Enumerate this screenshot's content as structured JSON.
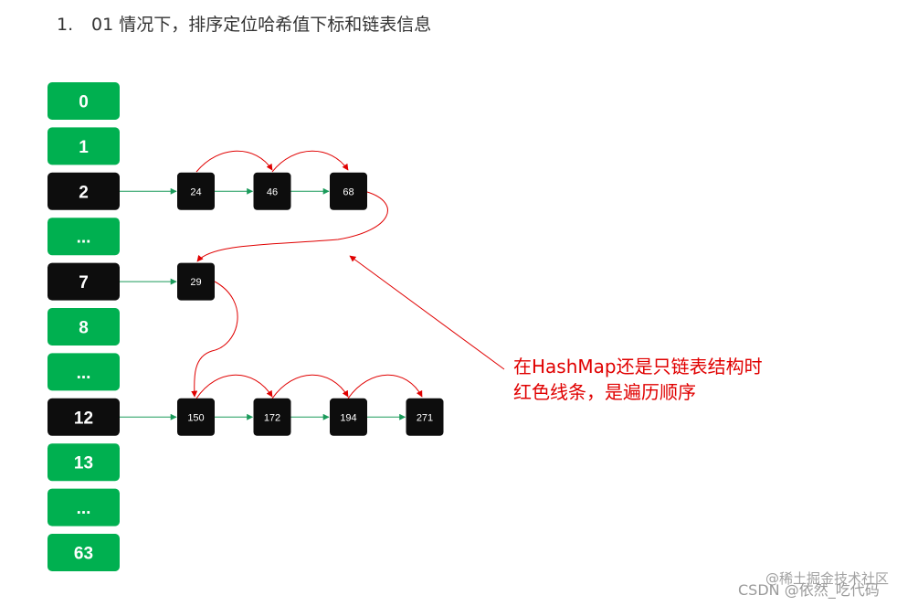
{
  "heading": {
    "number": "1.",
    "text": "01 情况下，排序定位哈希值下标和链表信息"
  },
  "buckets": [
    {
      "label": "0",
      "highlight": false
    },
    {
      "label": "1",
      "highlight": false
    },
    {
      "label": "2",
      "highlight": true
    },
    {
      "label": "...",
      "highlight": false
    },
    {
      "label": "7",
      "highlight": true
    },
    {
      "label": "8",
      "highlight": false
    },
    {
      "label": "...",
      "highlight": false
    },
    {
      "label": "12",
      "highlight": true
    },
    {
      "label": "13",
      "highlight": false
    },
    {
      "label": "...",
      "highlight": false
    },
    {
      "label": "63",
      "highlight": false
    }
  ],
  "chains": [
    {
      "bucket": "2",
      "nodes": [
        "24",
        "46",
        "68"
      ]
    },
    {
      "bucket": "7",
      "nodes": [
        "29"
      ]
    },
    {
      "bucket": "12",
      "nodes": [
        "150",
        "172",
        "194",
        "271"
      ]
    }
  ],
  "annotation": {
    "line1": "在HashMap还是只链表结构时",
    "line2": "红色线条，是遍历顺序"
  },
  "watermark": {
    "site": "@稀土掘金技术社区",
    "author": "CSDN @依然_吃代码"
  },
  "colors": {
    "bucket_green": "#00b050",
    "bucket_black": "#0d0d0d",
    "node_black": "#0d0d0d",
    "chain_arrow_green": "#1a9a5a",
    "traversal_red": "#e00000"
  }
}
